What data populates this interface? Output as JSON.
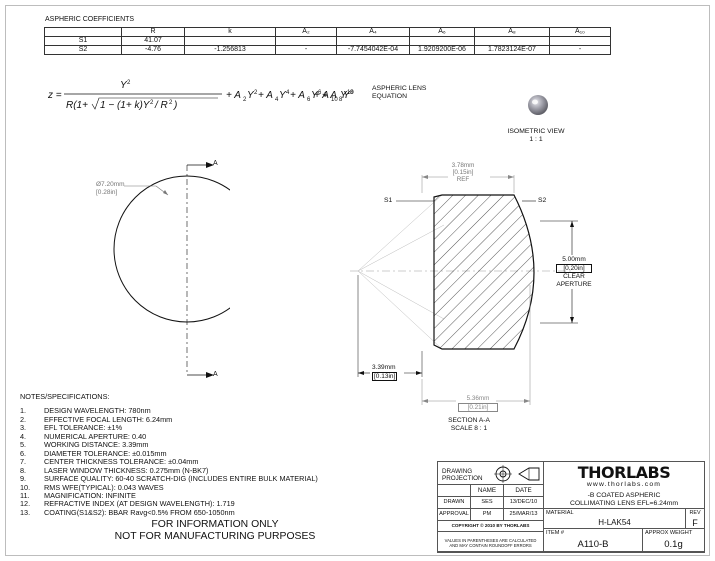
{
  "coefficients": {
    "title": "ASPHERIC COEFFICIENTS",
    "headers": [
      "",
      "R",
      "k",
      "A₂",
      "A₄",
      "A₆",
      "A₈",
      "A₁₀"
    ],
    "rows": [
      [
        "S1",
        "41.07",
        "",
        "",
        "",
        "",
        "",
        ""
      ],
      [
        "S2",
        "-4.76",
        "-1.256813",
        "-",
        "-7.7454042E-04",
        "1.9209200E-06",
        "1.7823124E-07",
        "-"
      ]
    ]
  },
  "equation": {
    "label_line1": "ASPHERIC LENS",
    "label_line2": "EQUATION"
  },
  "isometric": {
    "label": "ISOMETRIC VIEW",
    "scale": "1 : 1"
  },
  "front_view": {
    "section_mark": "A",
    "diameter_mm": "Ø7.20mm",
    "diameter_in": "[0.28in]"
  },
  "section_view": {
    "s1": "S1",
    "s2": "S2",
    "thickness_mm": "3.78mm",
    "thickness_in": "[0.15in]",
    "thickness_ref": "REF",
    "aperture_mm": "5.00mm",
    "aperture_in": "[0.20in]",
    "aperture_l1": "CLEAR",
    "aperture_l2": "APERTURE",
    "wd_mm": "3.39mm",
    "wd_in": "[0.13in]",
    "total_mm": "5.36mm",
    "total_in": "[0.21in]",
    "section_label": "SECTION A-A",
    "section_scale": "SCALE 8 : 1"
  },
  "notes": {
    "title": "NOTES/SPECIFICATIONS:",
    "items": [
      {
        "n": "1.",
        "t": "DESIGN WAVELENGTH: 780nm"
      },
      {
        "n": "2.",
        "t": "EFFECTIVE FOCAL LENGTH: 6.24mm"
      },
      {
        "n": "3.",
        "t": "EFL TOLERANCE: ±1%"
      },
      {
        "n": "4.",
        "t": "NUMERICAL APERTURE: 0.40"
      },
      {
        "n": "5.",
        "t": "WORKING DISTANCE: 3.39mm"
      },
      {
        "n": "6.",
        "t": "DIAMETER TOLERANCE: ±0.015mm"
      },
      {
        "n": "7.",
        "t": "CENTER THICKNESS TOLERANCE: ±0.04mm"
      },
      {
        "n": "8.",
        "t": "LASER WINDOW THICKNESS: 0.275mm (N-BK7)"
      },
      {
        "n": "9.",
        "t": "SURFACE QUALITY: 60-40 SCRATCH-DIG (INCLUDES ENTIRE BULK MATERIAL)"
      },
      {
        "n": "10.",
        "t": "RMS WFE(TYPICAL): 0.043 WAVES"
      },
      {
        "n": "11.",
        "t": "MAGNIFICATION: INFINITE"
      },
      {
        "n": "12.",
        "t": "REFRACTIVE INDEX (AT DESIGN WAVELENGTH): 1.719"
      },
      {
        "n": "13.",
        "t": "COATING(S1&S2): BBAR Ravg<0.5% FROM 650-1050nm"
      }
    ]
  },
  "disclaimer": {
    "line1": "FOR INFORMATION ONLY",
    "line2": "NOT FOR MANUFACTURING PURPOSES"
  },
  "title_block": {
    "projection_l1": "DRAWING",
    "projection_l2": "PROJECTION",
    "name_h": "NAME",
    "date_h": "DATE",
    "drawn": "DRAWN",
    "drawn_name": "SES",
    "drawn_date": "13/DEC/10",
    "approval": "APPROVAL",
    "approval_name": "PM",
    "approval_date": "25/MAR/13",
    "copyright": "COPYRIGHT © 2010 BY THORLABS",
    "values_l1": "VALUES IN PARENTHESES ARE CALCULATED",
    "values_l2": "AND MAY CONTAIN ROUNDOFF ERRORS",
    "logo": "THORLABS",
    "website": "www.thorlabs.com",
    "desc1": "-B COATED ASPHERIC",
    "desc2": "COLLIMATING LENS  EFL=6.24mm",
    "material_label": "MATERIAL",
    "material": "H-LAK54",
    "rev_label": "REV",
    "rev": "F",
    "item_label": "ITEM #",
    "item": "A110-B",
    "weight_label": "APPROX WEIGHT",
    "weight": "0.1g"
  }
}
